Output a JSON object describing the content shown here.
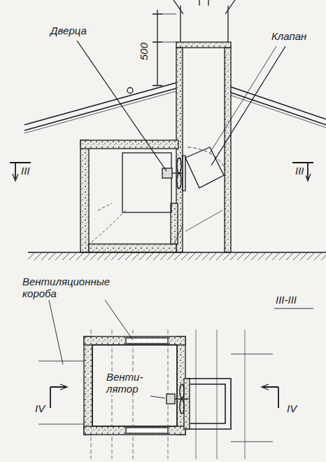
{
  "diagram": {
    "labels": [
      "500",
      "Дверца",
      "Клапан",
      "III",
      "III",
      "Вентиляционные короба",
      "III-III",
      "Венти- лятор",
      "IV",
      "IV"
    ]
  }
}
